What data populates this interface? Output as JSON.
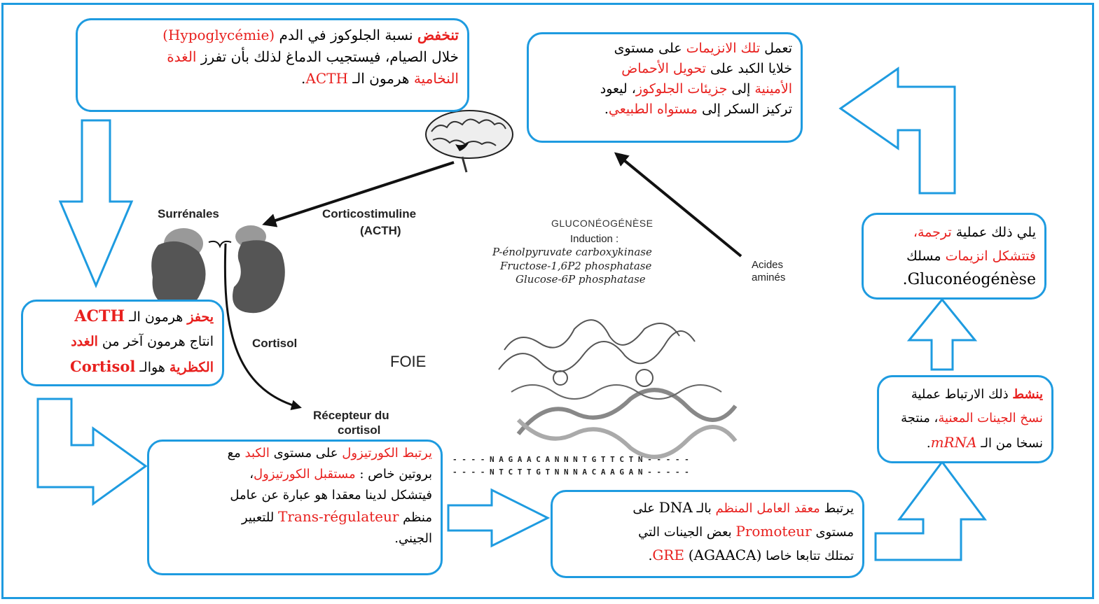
{
  "labels": {
    "surrenales": "Surrénales",
    "corticostimuline": "Corticostimuline",
    "acth": "(ACTH)",
    "gluconeo": "GLUCONÉOGÉNÈSE",
    "induction": "Induction :",
    "enzyme1": "P-énolpyruvate carboxykinase",
    "enzyme2": "Fructose-1,6P2 phosphatase",
    "enzyme3": "Glucose-6P phosphatase",
    "acides": "Acides",
    "amines": "aminés",
    "cortisol": "Cortisol",
    "foie": "FOIE",
    "recepteur": "Récepteur du",
    "recepteur2": "cortisol",
    "dna1": "- - - - N A G A A C A N N N T G T T C T N - - - - -",
    "dna2": "- - - - N T C T T G T N N N A C A A G A N - - - - -"
  },
  "boxes": {
    "b1": {
      "l1a": "تنخفض",
      "l1b": " نسبة الجلوكوز في الدم ",
      "l1c": "(Hypoglycémie)",
      "l2a": "خلال الصيام، فيستجيب الدماغ لذلك بأن تفرز ",
      "l2b": "الغدة",
      "l3a": "النخامية",
      "l3b": " هرمون الـ ",
      "l3c": "ACTH",
      "l3d": "."
    },
    "b2": {
      "l1a": "تعمل ",
      "l1b": "تلك الانزيمات",
      "l1c": " على مستوى",
      "l2a": "خلايا الكبد على ",
      "l2b": "تحويل الأحماض",
      "l3a": "الأمينية",
      "l3b": " إلى ",
      "l3c": "جزيئات الجلوكوز",
      "l3d": "، ليعود",
      "l4a": "تركيز السكر إلى ",
      "l4b": "مستواه الطبيعي",
      "l4c": "."
    },
    "b3": {
      "l1a": "يلي ذلك عملية ",
      "l1b": "ترجمة،",
      "l2a": "فتتشكل انزيمات",
      "l2b": " مسلك",
      "l3a": "Gluconéogénèse",
      "l3b": "."
    },
    "b4": {
      "l1a": "يحفز",
      "l1b": " هرمون الـ ",
      "l1c": "ACTH",
      "l2a": "انتاج هرمون آخر من ",
      "l2b": "الغدد",
      "l3a": "الكظرية",
      "l3b": " هوالـ ",
      "l3c": "Cortisol"
    },
    "b5": {
      "l1a": "ينشط",
      "l1b": " ذلك الارتباط عملية",
      "l2a": "نسخ الجينات المعنية",
      "l2b": "، منتجة",
      "l3a": "نسخا من الـ ",
      "l3b": "mRNA",
      "l3c": "."
    },
    "b6": {
      "l1a": "يرتبط الكورتيزول",
      "l1b": " على مستوى ",
      "l1c": "الكبد",
      "l1d": " مع",
      "l2a": "بروتين خاص : ",
      "l2b": "مستقبل الكورتيزول",
      "l2c": "،",
      "l3": "فيتشكل لدينا معقدا هو عبارة عن عامل",
      "l4a": "منظم ",
      "l4b": "Trans-régulateur",
      "l4c": " للتعبير",
      "l5": "الجيني."
    },
    "b7": {
      "l1a": "يرتبط ",
      "l1b": "معقد العامل المنظم",
      "l1c": " بالـ ",
      "l1d": "DNA",
      "l1e": " على",
      "l2a": "مستوى ",
      "l2b": "Promoteur",
      "l2c": " بعض الجينات التي",
      "l3a": "تمتلك تتابعا خاصا ",
      "l3b": "(AGAACA)",
      "l3c": " ",
      "l3d": "GRE",
      "l3e": "."
    }
  },
  "colors": {
    "border": "#1e9be0",
    "accent": "#e8201e"
  }
}
